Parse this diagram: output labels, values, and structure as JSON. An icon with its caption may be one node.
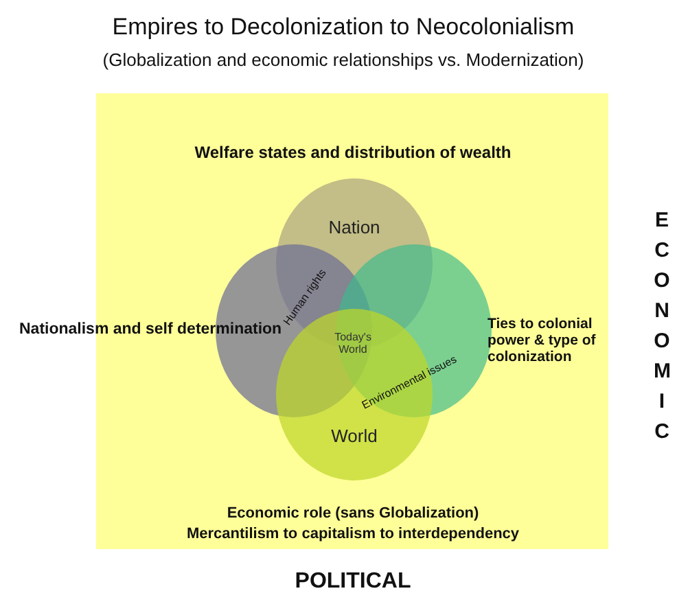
{
  "diagram": {
    "title": "Empires to Decolonization  to Neocolonialism",
    "nodes": [
      {
        "text": [],
        "shape": "box"
      },
      {
        "text": [
          "Nation"
        ],
        "in": 0
      },
      {
        "text": [],
        "shape": "circle",
        "in": 0
      },
      {
        "text": [],
        "shape": "circle",
        "in": 0
      },
      {
        "text": [
          "World"
        ],
        "in": 0
      }
    ],
    "edges": [],
    "labels": [
      "(Globalization and economic relationships vs. Modernization)",
      "Welfare states and distribution of wealth",
      "Nationalism and self determination",
      "Human rights",
      "Today's World",
      "Ties to colonial power & type of colonization",
      "Environmental issues",
      "ECONOMIC",
      "Economic role (sans Globalization)",
      "Mercantilism to capitalism to interdependency",
      "POLITICAL"
    ]
  }
}
